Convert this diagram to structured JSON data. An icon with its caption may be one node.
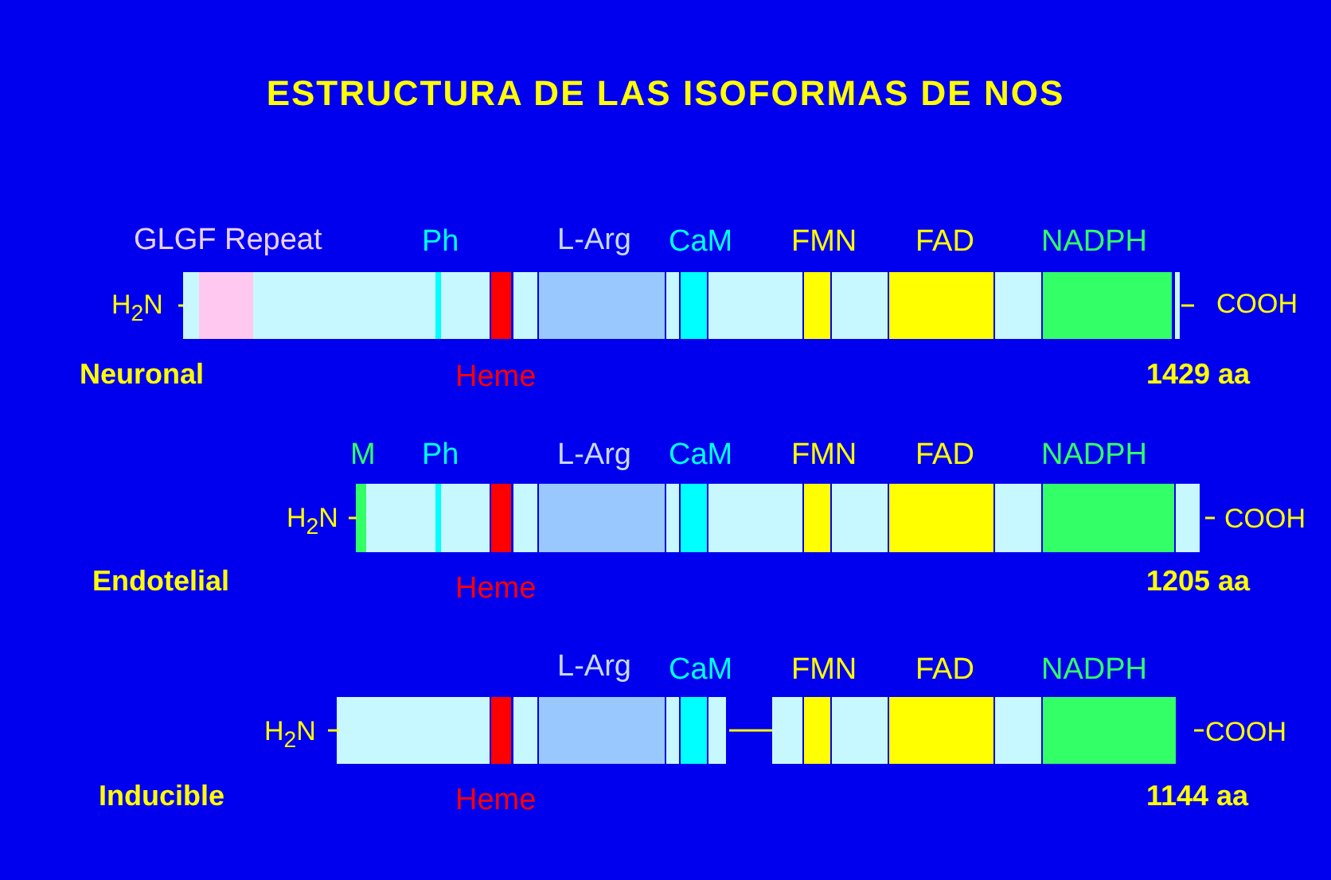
{
  "diagram": {
    "title": "ESTRUCTURA DE LAS ISOFORMAS DE NOS",
    "labels": [
      "GLGF Repeat",
      "Ph",
      "L-Arg",
      "CaM",
      "FMN",
      "FAD",
      "NADPH",
      "H$_{2}$N",
      "COOH",
      "Neuronal",
      "Heme",
      "1429 aa",
      "M",
      "Ph",
      "L-Arg",
      "CaM",
      "FMN",
      "FAD",
      "NADPH",
      "H$_{2}$N",
      "COOH",
      "Endotelial",
      "Heme",
      "1205 aa",
      "L-Arg",
      "CaM",
      "FMN",
      "FAD",
      "NADPH",
      "H$_{2}$N",
      "COOH",
      "Inducible",
      "Heme",
      "1144 aa"
    ]
  }
}
